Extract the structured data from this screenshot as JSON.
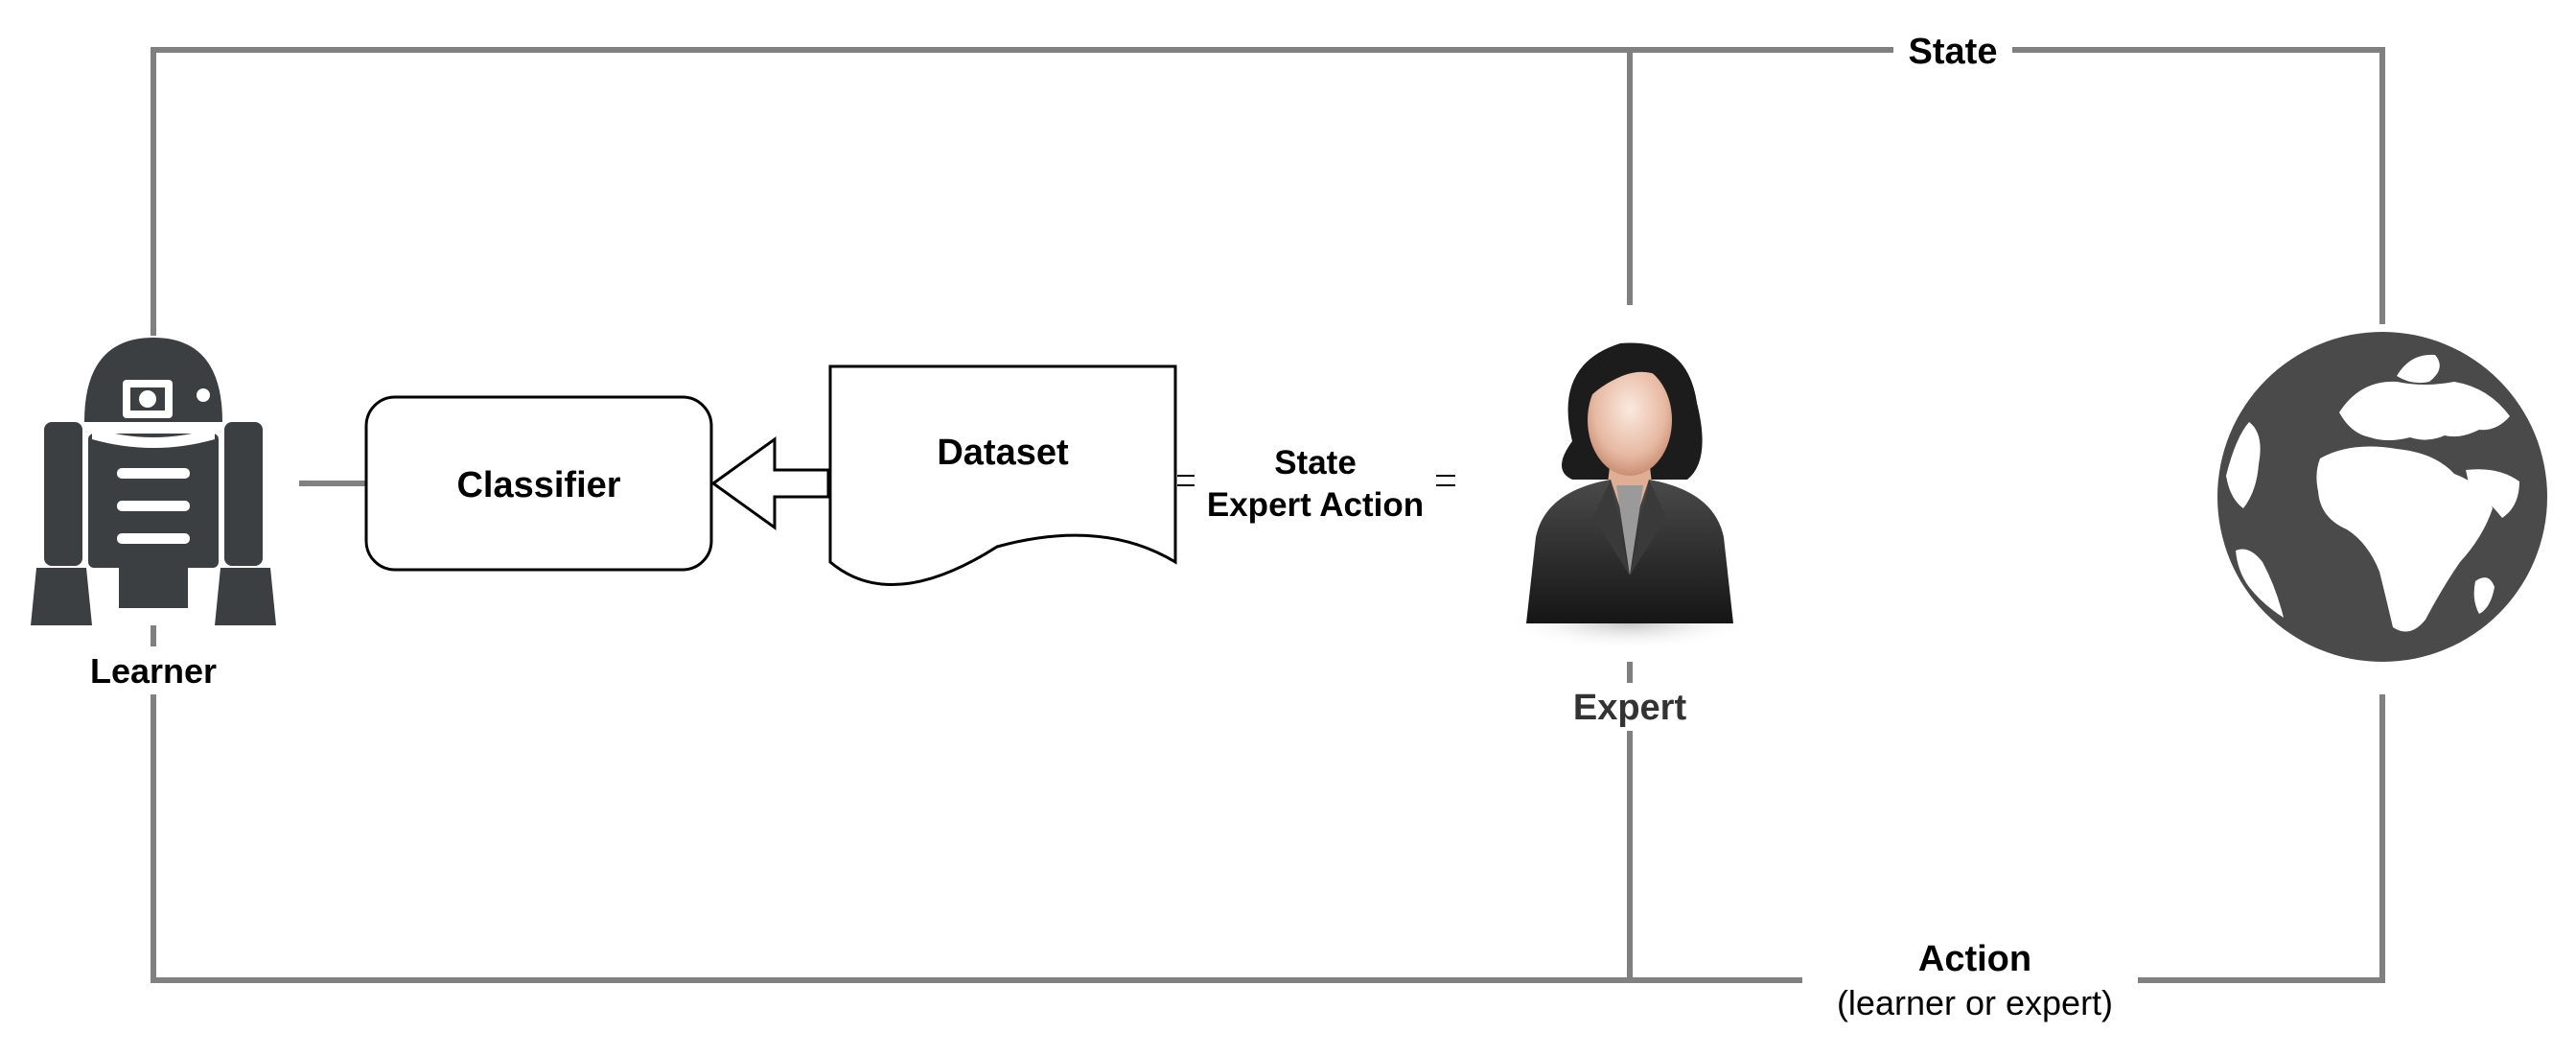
{
  "labels": {
    "state_top": "State",
    "learner": "Learner",
    "classifier": "Classifier",
    "dataset": "Dataset",
    "dataset_state": "State",
    "dataset_expert_action": "Expert Action",
    "expert": "Expert",
    "action": "Action",
    "action_sub": "(learner or expert)"
  },
  "colors": {
    "edge": "#808080",
    "robot": "#3b3f41",
    "globe": "#4a4a4a",
    "expert_suit": "#2b2b2b",
    "expert_hair": "#1c1c1c"
  },
  "icons": {
    "learner": "robot-icon",
    "expert": "person-icon",
    "environment": "globe-icon"
  }
}
